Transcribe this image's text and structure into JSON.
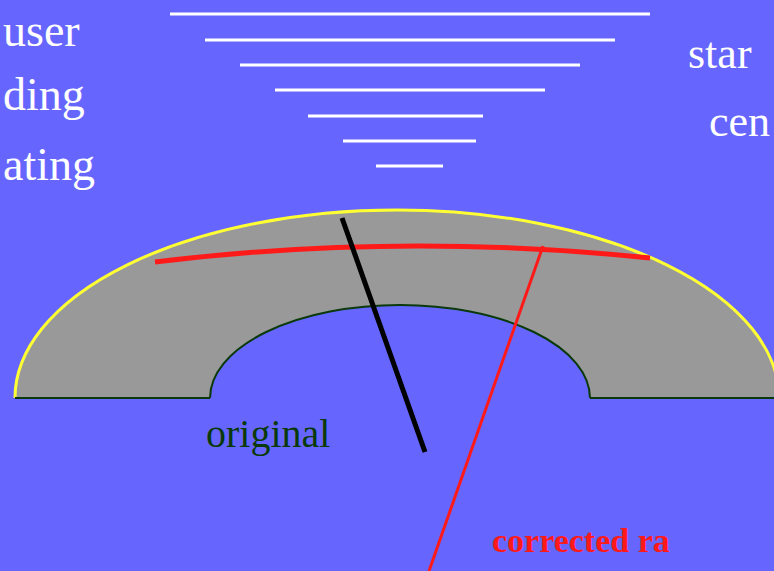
{
  "diagram": {
    "labels": [
      "user",
      "ding",
      "ating",
      "star",
      "cen",
      "original",
      "corrected ra"
    ]
  }
}
